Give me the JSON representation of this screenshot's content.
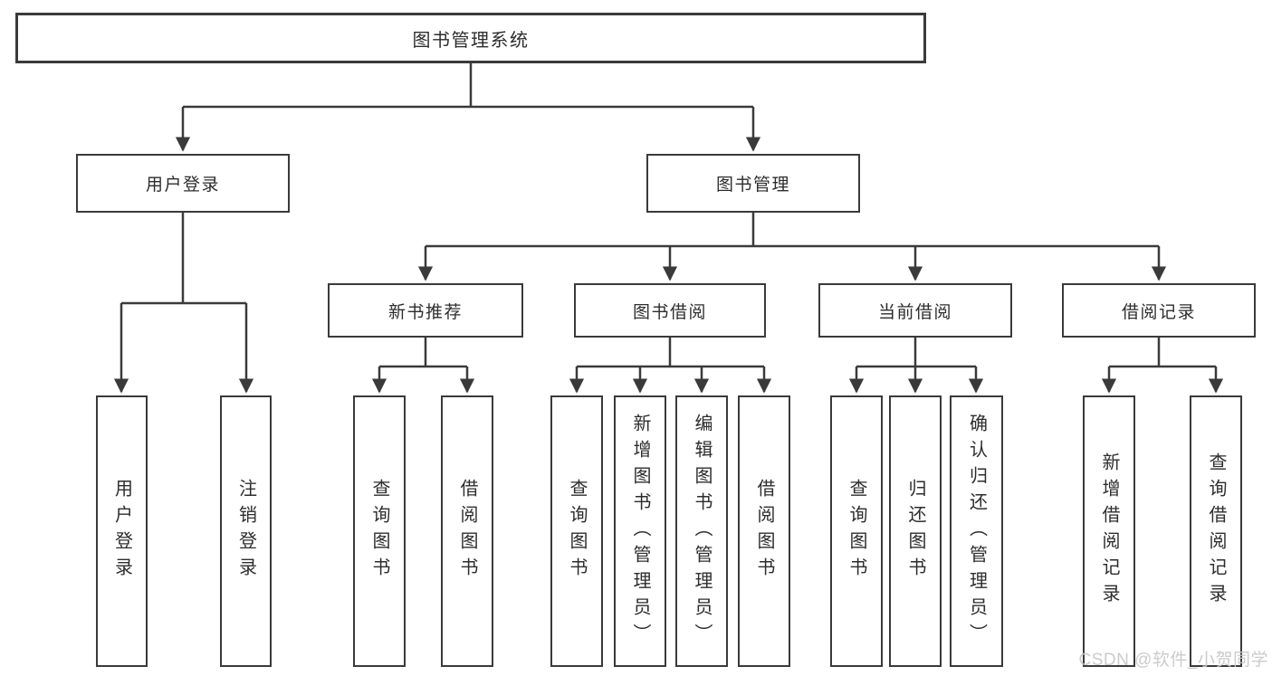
{
  "diagram": {
    "root": {
      "id": "library-management-system",
      "label": "图书管理系统"
    },
    "level2": [
      {
        "id": "user-login",
        "label": "用户登录"
      },
      {
        "id": "book-management",
        "label": "图书管理"
      }
    ],
    "level3": [
      {
        "id": "new-book-recommend",
        "parent": "图书管理",
        "label": "新书推荐"
      },
      {
        "id": "book-borrowing",
        "parent": "图书管理",
        "label": "图书借阅"
      },
      {
        "id": "current-borrowing",
        "parent": "图书管理",
        "label": "当前借阅"
      },
      {
        "id": "borrowing-records",
        "parent": "图书管理",
        "label": "借阅记录"
      }
    ],
    "leaves": [
      {
        "parent": "用户登录",
        "label": "用户登录"
      },
      {
        "parent": "用户登录",
        "label": "注销登录"
      },
      {
        "parent": "新书推荐",
        "label": "查询图书"
      },
      {
        "parent": "新书推荐",
        "label": "借阅图书"
      },
      {
        "parent": "图书借阅",
        "label": "查询图书"
      },
      {
        "parent": "图书借阅",
        "label": "新增图书（管理员）"
      },
      {
        "parent": "图书借阅",
        "label": "编辑图书（管理员）"
      },
      {
        "parent": "图书借阅",
        "label": "借阅图书"
      },
      {
        "parent": "当前借阅",
        "label": "查询图书"
      },
      {
        "parent": "当前借阅",
        "label": "归还图书"
      },
      {
        "parent": "当前借阅",
        "label": "确认归还（管理员）"
      },
      {
        "parent": "借阅记录",
        "label": "新增借阅记录"
      },
      {
        "parent": "借阅记录",
        "label": "查询借阅记录"
      }
    ],
    "colors": {
      "line": "#3a3a3a",
      "box_border": "#3a3a3a",
      "text": "#2d2d2d",
      "background": "#ffffff",
      "watermark": "#c9c9c9"
    }
  },
  "watermark": {
    "text": "CSDN @软件_小贺同学"
  }
}
